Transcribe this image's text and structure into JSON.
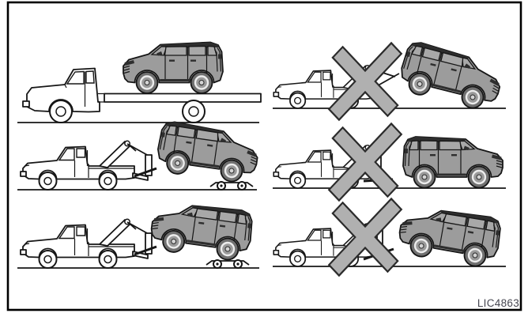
{
  "figure": {
    "code": "LIC4863",
    "type": "towing-methods-diagram",
    "semantic_title": "Vehicle towing methods: left column allowed, right column crossed out as prohibited",
    "colors": {
      "background": "#ffffff",
      "border": "#000000",
      "outline": "#161616",
      "suv_body": "#9c9c9c",
      "suv_trim": "#2e2e2e",
      "truck_fill": "#ffffff",
      "x_fill": "#b0b0b0",
      "x_outline": "#2b2b2b",
      "code_text": "#474751"
    },
    "panels": [
      {
        "id": "flatbed-forward",
        "position": "top-left",
        "status": "correct",
        "x_mark": false,
        "depicts": "SUV carried fully on a flatbed tow truck, facing forward"
      },
      {
        "id": "rear-lift-front-dolly",
        "position": "middle-left",
        "status": "correct",
        "x_mark": false,
        "depicts": "Tow truck lifts rear of SUV; front wheels ride on a towing dolly"
      },
      {
        "id": "front-lift-rear-dolly",
        "position": "bottom-left",
        "status": "correct",
        "x_mark": false,
        "depicts": "Tow truck lifts front of SUV; rear wheels ride on a towing dolly"
      },
      {
        "id": "rear-lift-no-dolly",
        "position": "top-right",
        "status": "prohibited",
        "x_mark": true,
        "depicts": "Rear of SUV lifted while front wheels stay on the ground"
      },
      {
        "id": "all-wheels-on-ground",
        "position": "middle-right",
        "status": "prohibited",
        "x_mark": true,
        "depicts": "SUV towed with all four wheels on the ground"
      },
      {
        "id": "front-lift-no-dolly",
        "position": "bottom-right",
        "status": "prohibited",
        "x_mark": true,
        "depicts": "Front of SUV lifted while rear wheels stay on the ground"
      }
    ]
  }
}
